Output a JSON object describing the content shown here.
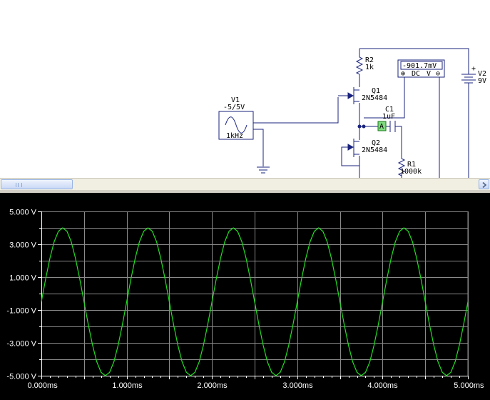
{
  "schematic": {
    "source": {
      "name": "V1",
      "amplitude": "-5/5V",
      "freq": "1kHz"
    },
    "r2": {
      "name": "R2",
      "value": "1k"
    },
    "q1": {
      "name": "Q1",
      "model": "2N5484"
    },
    "q2": {
      "name": "Q2",
      "model": "2N5484"
    },
    "c1": {
      "name": "C1",
      "value": "1uF"
    },
    "r1": {
      "name": "R1",
      "value": "1000k"
    },
    "v2": {
      "name": "V2",
      "value": "9V"
    },
    "probe_label": "A",
    "meter": {
      "reading": "-901.7mV",
      "plus": "⊕",
      "mode": "DC",
      "unit": "V",
      "minus": "⊖"
    }
  },
  "scrollbar": {
    "thumb_icon": "grip-icon",
    "right_icon": "chevron-right-icon"
  },
  "scope": {
    "background": "#000000",
    "grid_color": "#8a8a8a",
    "trace_color": "#22dd22"
  },
  "chart_data": {
    "type": "line",
    "title": "",
    "xlabel": "",
    "ylabel": "",
    "xlim": [
      0,
      5
    ],
    "ylim": [
      -5,
      5
    ],
    "grid": true,
    "x_tick_values": [
      0,
      0.5,
      1,
      1.5,
      2,
      2.5,
      3,
      3.5,
      4,
      4.5,
      5
    ],
    "x_tick_labels": [
      "0.000ms",
      "",
      "1.000ms",
      "",
      "2.000ms",
      "",
      "3.000ms",
      "",
      "4.000ms",
      "",
      "5.000ms"
    ],
    "y_tick_values": [
      5,
      3,
      1,
      -1,
      -3,
      -5
    ],
    "y_tick_labels": [
      "5.000 V",
      "3.000 V",
      "1.000 V",
      "-1.000 V",
      "-3.000 V",
      "-5.000 V"
    ],
    "series": [
      {
        "x_unit": "ms",
        "x": [
          0,
          0.05,
          0.1,
          0.15,
          0.2,
          0.25,
          0.3,
          0.35,
          0.4,
          0.45,
          0.5,
          0.55,
          0.6,
          0.65,
          0.7,
          0.75,
          0.8,
          0.85,
          0.9,
          0.95,
          1.0,
          1.05,
          1.1,
          1.15,
          1.2,
          1.25,
          1.3,
          1.35,
          1.4,
          1.45,
          1.5,
          1.55,
          1.6,
          1.65,
          1.7,
          1.75,
          1.8,
          1.85,
          1.9,
          1.95,
          2.0,
          2.05,
          2.1,
          2.15,
          2.2,
          2.25,
          2.3,
          2.35,
          2.4,
          2.45,
          2.5,
          2.55,
          2.6,
          2.65,
          2.7,
          2.75,
          2.8,
          2.85,
          2.9,
          2.95,
          3.0,
          3.05,
          3.1,
          3.15,
          3.2,
          3.25,
          3.3,
          3.35,
          3.4,
          3.45,
          3.5,
          3.55,
          3.6,
          3.65,
          3.7,
          3.75,
          3.8,
          3.85,
          3.9,
          3.95,
          4.0,
          4.05,
          4.1,
          4.15,
          4.2,
          4.25,
          4.3,
          4.35,
          4.4,
          4.45,
          4.5,
          4.55,
          4.6,
          4.65,
          4.7,
          4.75,
          4.8,
          4.85,
          4.9,
          4.95,
          5.0
        ],
        "y": [
          -0.5,
          0.89,
          2.15,
          3.15,
          3.79,
          4.0,
          3.79,
          3.15,
          2.15,
          0.89,
          -0.5,
          -1.89,
          -3.15,
          -4.15,
          -4.79,
          -5.0,
          -4.79,
          -4.15,
          -3.15,
          -1.89,
          -0.5,
          0.89,
          2.15,
          3.15,
          3.79,
          4.0,
          3.79,
          3.15,
          2.15,
          0.89,
          -0.5,
          -1.89,
          -3.15,
          -4.15,
          -4.79,
          -5.0,
          -4.79,
          -4.15,
          -3.15,
          -1.89,
          -0.5,
          0.89,
          2.15,
          3.15,
          3.79,
          4.0,
          3.79,
          3.15,
          2.15,
          0.89,
          -0.5,
          -1.89,
          -3.15,
          -4.15,
          -4.79,
          -5.0,
          -4.79,
          -4.15,
          -3.15,
          -1.89,
          -0.5,
          0.89,
          2.15,
          3.15,
          3.79,
          4.0,
          3.79,
          3.15,
          2.15,
          0.89,
          -0.5,
          -1.89,
          -3.15,
          -4.15,
          -4.79,
          -5.0,
          -4.79,
          -4.15,
          -3.15,
          -1.89,
          -0.5,
          0.89,
          2.15,
          3.15,
          3.79,
          4.0,
          3.79,
          3.15,
          2.15,
          0.89,
          -0.5,
          -1.89,
          -3.15,
          -4.15,
          -4.79,
          -5.0,
          -4.79,
          -4.15,
          -3.15,
          -1.89,
          -0.5
        ]
      }
    ]
  }
}
